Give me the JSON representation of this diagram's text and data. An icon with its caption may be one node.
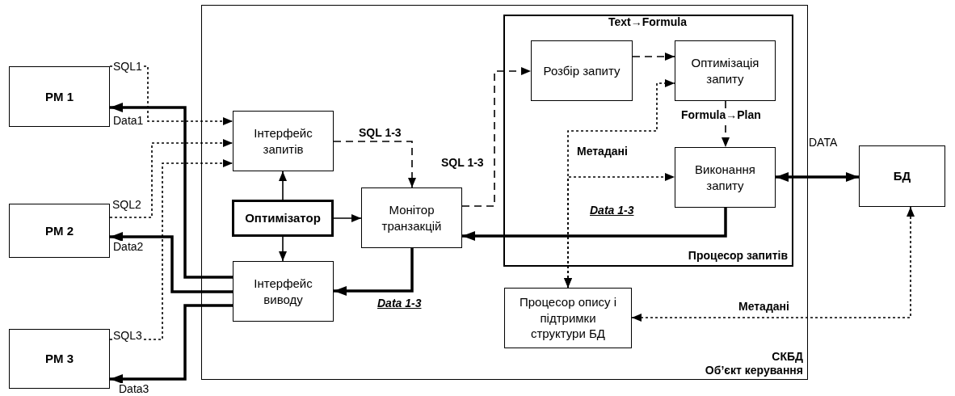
{
  "diagram": {
    "nodes": [
      {
        "text": [
          "PM 1"
        ]
      },
      {
        "text": [
          "PM 2"
        ]
      },
      {
        "text": [
          "PM 3"
        ]
      },
      {
        "text": [
          "СКБД",
          "Обʼєкт керування"
        ]
      },
      {
        "text": [
          "Процесор запитів"
        ],
        "in": 3
      },
      {
        "text": [
          "Інтерфейс запитів"
        ],
        "in": 3
      },
      {
        "text": [
          "Оптимізатор"
        ],
        "in": 3
      },
      {
        "text": [
          "Інтерфейс виводу"
        ],
        "in": 3
      },
      {
        "text": [
          "Монітор транзакцій"
        ],
        "in": 3
      },
      {
        "text": [
          "Розбір запиту"
        ],
        "in": 4
      },
      {
        "text": [
          "Оптимізація запиту"
        ],
        "in": 4
      },
      {
        "text": [
          "Виконання запиту"
        ],
        "in": 4
      },
      {
        "text": [
          "Процесор опису і підтримки структури БД"
        ],
        "in": 3
      },
      {
        "text": [
          "БД"
        ]
      }
    ],
    "edges": [
      {
        "from": 0,
        "to": 5,
        "arrow": "to",
        "label": "SQL1",
        "style": "dashed"
      },
      {
        "from": 1,
        "to": 5,
        "arrow": "to",
        "label": "SQL2",
        "style": "dashed"
      },
      {
        "from": 2,
        "to": 5,
        "arrow": "to",
        "label": "SQL3",
        "style": "dashed"
      },
      {
        "from": 7,
        "to": 0,
        "arrow": "to",
        "label": "Data1",
        "style": "thick"
      },
      {
        "from": 7,
        "to": 1,
        "arrow": "to",
        "label": "Data2",
        "style": "thick"
      },
      {
        "from": 7,
        "to": 2,
        "arrow": "to",
        "label": "Data3",
        "style": "thick"
      },
      {
        "from": 6,
        "to": 5,
        "arrow": "to"
      },
      {
        "from": 6,
        "to": 7,
        "arrow": "to"
      },
      {
        "from": 6,
        "to": 8,
        "arrow": "to"
      },
      {
        "from": 5,
        "to": 8,
        "arrow": "to",
        "label": "SQL 1-3",
        "style": "dashed"
      },
      {
        "from": 8,
        "to": 9,
        "arrow": "to",
        "label": "SQL 1-3",
        "style": "dashed"
      },
      {
        "from": 8,
        "to": 7,
        "arrow": "to",
        "label": "Data 1-3",
        "style": "thick"
      },
      {
        "from": 9,
        "to": 10,
        "arrow": "to",
        "style": "dashed"
      },
      {
        "from": 10,
        "to": 11,
        "arrow": "to",
        "label": "Formula→Plan",
        "style": "dashed"
      },
      {
        "from": 11,
        "to": 8,
        "arrow": "to",
        "label": "Data 1-3",
        "style": "thick"
      },
      {
        "from": 12,
        "to": 10,
        "arrow": "both",
        "style": "dashed"
      },
      {
        "from": 12,
        "to": 11,
        "arrow": "both",
        "label": "Метадані",
        "style": "dashed"
      },
      {
        "from": 11,
        "to": 13,
        "arrow": "both",
        "label": "DATA",
        "style": "thick"
      },
      {
        "from": 13,
        "to": 12,
        "arrow": "both",
        "label": "Метадані",
        "style": "dashed"
      }
    ],
    "labels": [
      "Text→Formula"
    ]
  }
}
